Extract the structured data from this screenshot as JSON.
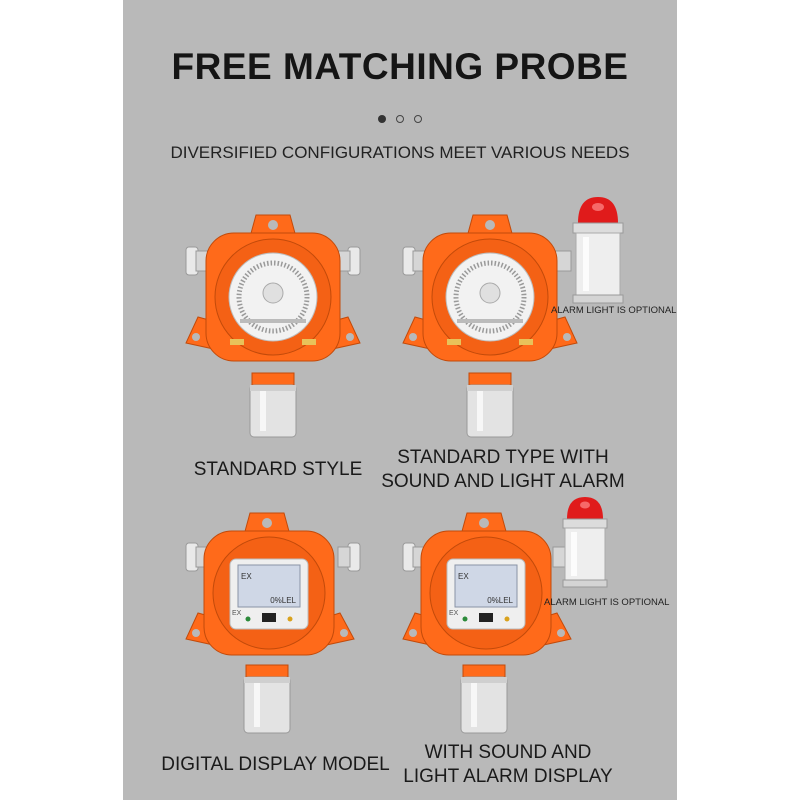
{
  "header": {
    "title": "FREE MATCHING PROBE",
    "subtitle": "DIVERSIFIED CONFIGURATIONS MEET VARIOUS NEEDS"
  },
  "carousel": {
    "count": 3,
    "active_index": 0
  },
  "products": [
    {
      "caption_lines": [
        "STANDARD STYLE"
      ],
      "note": ""
    },
    {
      "caption_lines": [
        "STANDARD TYPE WITH",
        "SOUND AND LIGHT ALARM"
      ],
      "note": "ALARM LIGHT IS OPTIONAL"
    },
    {
      "caption_lines": [
        "DIGITAL DISPLAY MODEL"
      ],
      "note": ""
    },
    {
      "caption_lines": [
        "WITH SOUND AND",
        "LIGHT ALARM DISPLAY"
      ],
      "note": "ALARM LIGHT IS OPTIONAL"
    }
  ],
  "display": {
    "mark": "EX",
    "reading": "0%LEL",
    "badge": "EX"
  },
  "colors": {
    "panel": "#b9b9b9",
    "housing": "#ff6a1a",
    "housing_dark": "#e0540c",
    "lamp": "#e01b1b"
  }
}
